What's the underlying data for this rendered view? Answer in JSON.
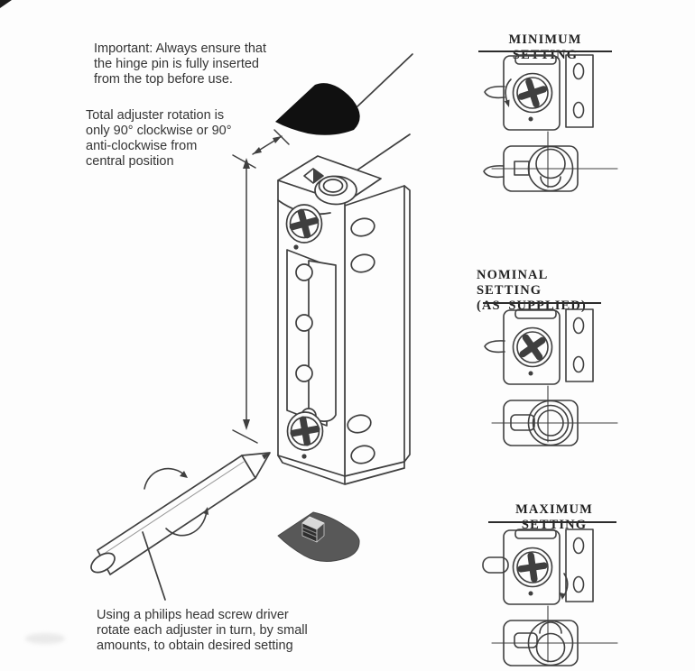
{
  "page": {
    "background": "#fdfdfd",
    "ink_color": "#3f3f3f",
    "top_cover_color": "#101010",
    "bottom_cover_color": "#585858"
  },
  "notes": {
    "hinge_pin": "Important: Always ensure that\nthe hinge pin is fully inserted\nfrom the top before use.",
    "rotation": "Total adjuster rotation is\nonly 90° clockwise or 90°\nanti-clockwise from\ncentral position",
    "screwdriver": "Using a philips head screw driver\nrotate each adjuster in turn, by small\namounts, to obtain desired setting"
  },
  "settings": [
    {
      "id": "minimum",
      "title": "MINIMUM SETTING",
      "subtitle": "",
      "cam_position": "up",
      "rotation_arrow": "anti-clockwise",
      "screw_cross_angle_deg": -18,
      "front_tab": "pointed"
    },
    {
      "id": "nominal",
      "title": "NOMINAL SETTING",
      "subtitle": "(AS SUPPLIED)",
      "cam_position": "center",
      "rotation_arrow": "none",
      "screw_cross_angle_deg": -35,
      "front_tab": "pointed"
    },
    {
      "id": "maximum",
      "title": "MAXIMUM SETTING",
      "subtitle": "",
      "cam_position": "down",
      "rotation_arrow": "clockwise",
      "screw_cross_angle_deg": -8,
      "front_tab": "pill"
    }
  ]
}
